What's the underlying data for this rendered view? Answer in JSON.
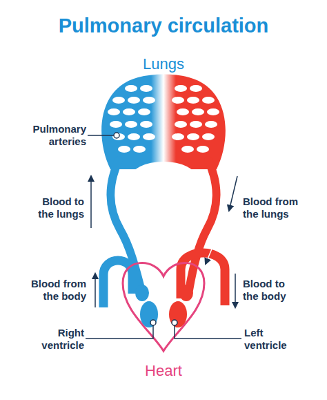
{
  "diagram": {
    "title": "Pulmonary circulation",
    "labels": [
      "Lungs",
      "Pulmonary arteries",
      "Blood to the lungs",
      "Blood from the lungs",
      "Blood from the body",
      "Blood to the body",
      "Right ventricle",
      "Left ventricle",
      "Heart"
    ]
  }
}
